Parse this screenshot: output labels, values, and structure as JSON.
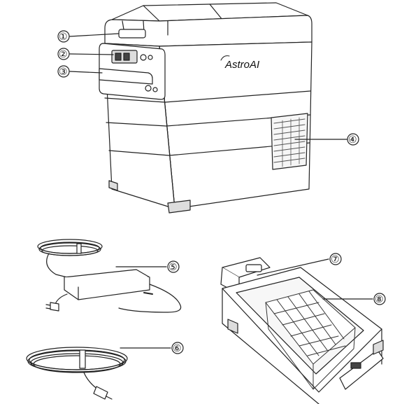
{
  "brand_logo": "AstroAI",
  "callouts": {
    "c1": "①",
    "c2": "②",
    "c3": "③",
    "c4": "④",
    "c5": "⑤",
    "c6": "⑥",
    "c7": "⑦",
    "c8": "⑧"
  },
  "colors": {
    "line": "#222222",
    "fill": "#ffffff",
    "shade": "#e8e8e8",
    "dark": "#333333"
  }
}
